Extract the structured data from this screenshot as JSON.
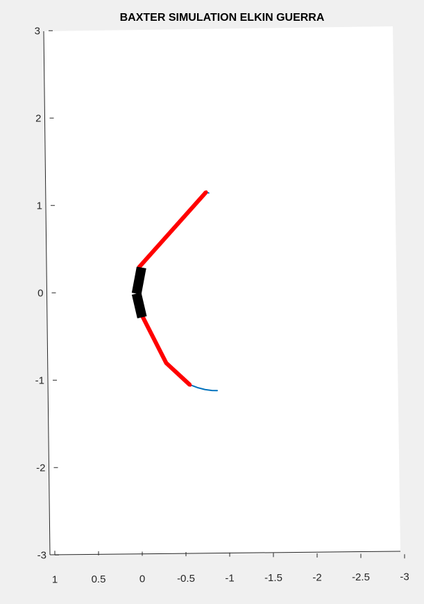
{
  "chart_data": {
    "type": "line",
    "title": "BAXTER SIMULATION ELKIN GUERRA",
    "xlabel": "",
    "ylabel": "",
    "xlim": [
      1,
      -3
    ],
    "ylim": [
      -3,
      3
    ],
    "x_ticks": [
      "1",
      "0.5",
      "0",
      "-0.5",
      "-1",
      "-1.5",
      "-2",
      "-2.5",
      "-3"
    ],
    "y_ticks": [
      "3",
      "2",
      "1",
      "0",
      "-1",
      "-2",
      "-3"
    ],
    "x_tick_values": [
      1,
      0.5,
      0,
      -0.5,
      -1,
      -1.5,
      -2,
      -2.5,
      -3
    ],
    "y_tick_values": [
      3,
      2,
      1,
      0,
      -1,
      -2,
      -3
    ],
    "grid": false,
    "view": "3d-perspective",
    "colors": {
      "figure_bg": "#f0f0f0",
      "axes_bg": "#ffffff",
      "axis_line": "#262626",
      "links": "#ff0000",
      "base": "#000000",
      "trajectory": "#0072bd"
    },
    "series": [
      {
        "kind": "trajectory",
        "color": "#0072bd",
        "x": [
          -0.78,
          -0.81
        ],
        "y": [
          1.17,
          1.16
        ]
      },
      {
        "kind": "trajectory",
        "color": "#0072bd",
        "x": [
          -0.58,
          -0.66,
          -0.74,
          -0.82,
          -0.88
        ],
        "y": [
          -1.04,
          -1.07,
          -1.09,
          -1.1,
          -1.1
        ]
      },
      {
        "kind": "links",
        "color": "#ff0000",
        "x": [
          0.0,
          -0.52,
          -0.78
        ],
        "y": [
          0.3,
          0.88,
          1.17
        ]
      },
      {
        "kind": "links",
        "color": "#ff0000",
        "x": [
          -0.03,
          -0.3,
          -0.57
        ],
        "y": [
          -0.25,
          -0.79,
          -1.04
        ]
      },
      {
        "kind": "base",
        "color": "#000000",
        "x": [
          -0.03,
          0.03,
          0.03,
          -0.03
        ],
        "y": [
          0.3,
          0.0,
          0.0,
          -0.27
        ]
      }
    ]
  }
}
